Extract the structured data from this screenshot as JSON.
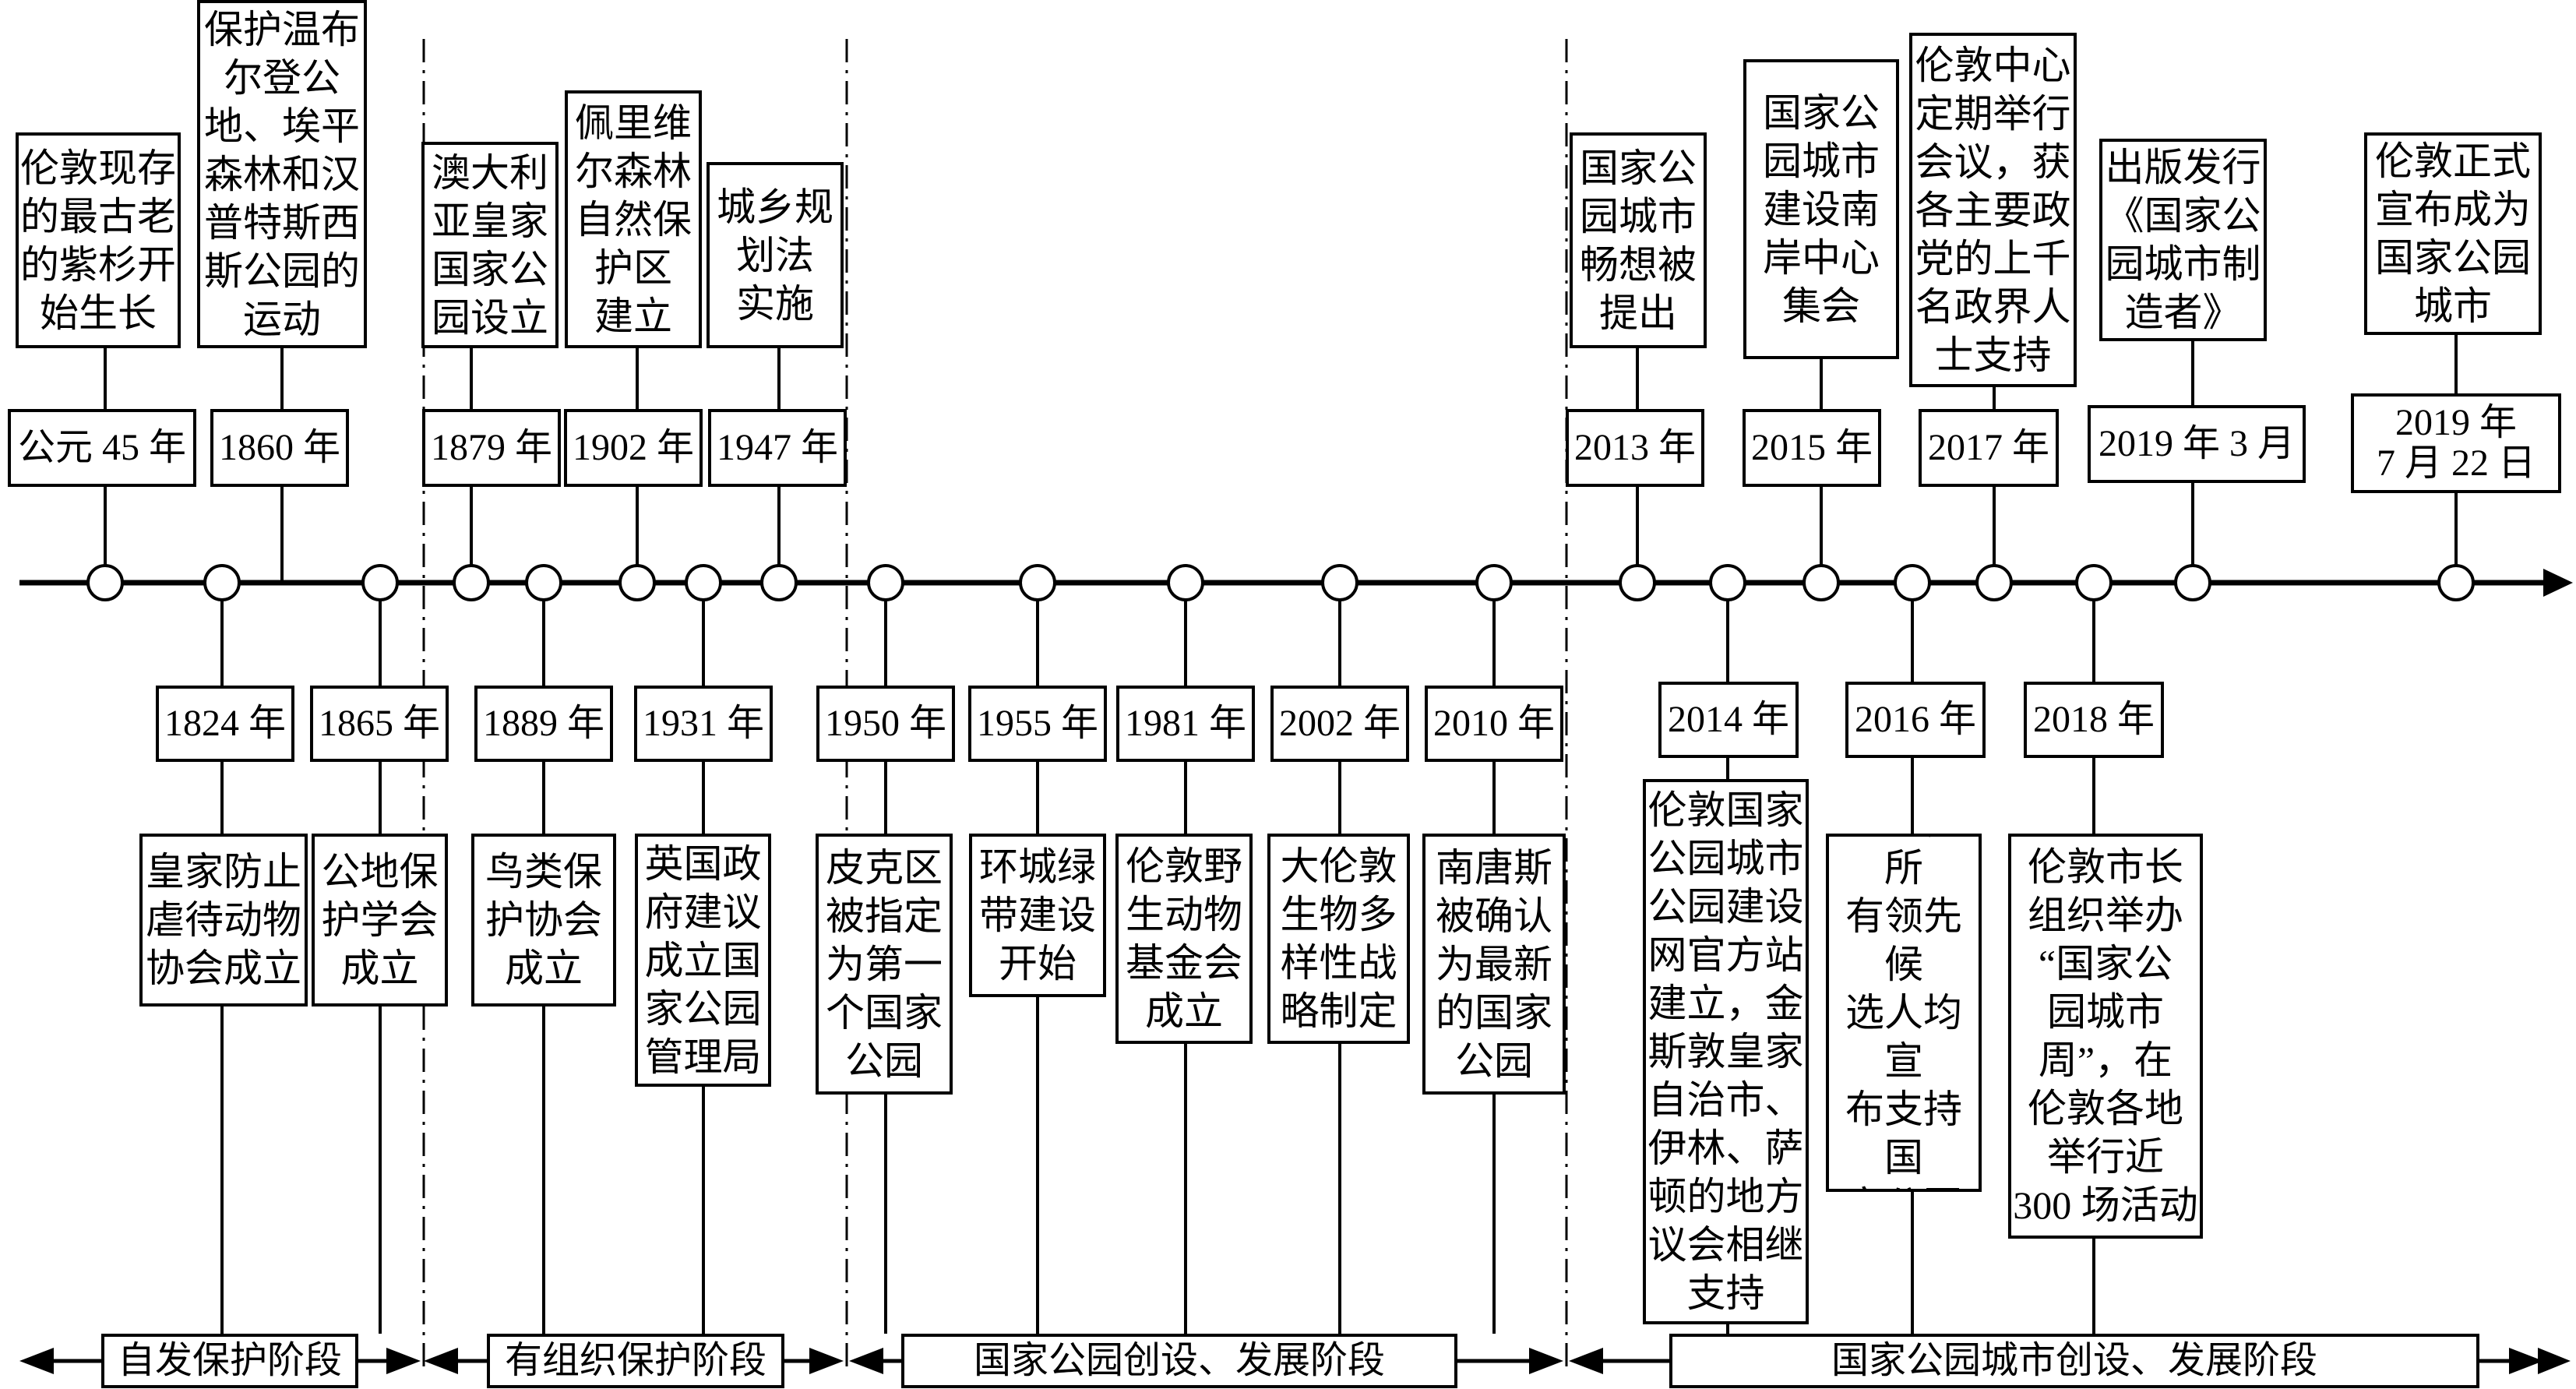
{
  "events_above": [
    {
      "year": "公元 45 年",
      "text": "伦敦现存\n的最古老\n的紫杉开\n始生长"
    },
    {
      "year": "1860 年",
      "text": "保护温布\n尔登公\n地、埃平\n森林和汉\n普特斯西\n斯公园的\n运动"
    },
    {
      "year": "1879 年",
      "text": "澳大利\n亚皇家\n国家公\n园设立"
    },
    {
      "year": "1902 年",
      "text": "佩里维\n尔森林\n自然保\n护区\n建立"
    },
    {
      "year": "1947 年",
      "text": "城乡规\n划法\n实施"
    },
    {
      "year": "2013 年",
      "text": "国家公\n园城市\n畅想被\n提出"
    },
    {
      "year": "2015 年",
      "text": "国家公\n园城市\n建设南\n岸中心\n集会"
    },
    {
      "year": "2017 年",
      "text": "伦敦中心\n定期举行\n会议，获\n各主要政\n党的上千\n名政界人\n士支持"
    },
    {
      "year": "2019 年 3 月",
      "text": "出版发行\n《国家公\n园城市制\n造者》"
    },
    {
      "year": "2019 年\n7 月 22 日",
      "text": "伦敦正式\n宣布成为\n国家公园\n城市"
    }
  ],
  "events_below": [
    {
      "year": "1824 年",
      "text": "皇家防止\n虐待动物\n协会成立"
    },
    {
      "year": "1865 年",
      "text": "公地保\n护学会\n成立"
    },
    {
      "year": "1889 年",
      "text": "鸟类保\n护协会\n成立"
    },
    {
      "year": "1931 年",
      "text": "英国政\n府建议\n成立国\n家公园\n管理局"
    },
    {
      "year": "1950 年",
      "text": "皮克区\n被指定\n为第一\n个国家\n公园"
    },
    {
      "year": "1955 年",
      "text": "环城绿\n带建设\n开始"
    },
    {
      "year": "1981 年",
      "text": "伦敦野\n生动物\n基金会\n成立"
    },
    {
      "year": "2002 年",
      "text": "大伦敦\n生物多\n样性战\n略制定"
    },
    {
      "year": "2010 年",
      "text": "南唐斯\n被确认\n为最新\n的国家\n公园"
    },
    {
      "year": "2014 年",
      "text": "伦敦国家\n公园城市\n公园建设\n网官方站\n建立，金\n斯敦皇家\n自治市、\n伊林、萨\n顿的地方\n议会相继\n支持"
    },
    {
      "year": "2016 年",
      "text": "伦敦市长\n选举，所\n有领先候\n选人均宣\n布支持国\n家公园城\n市建设"
    },
    {
      "year": "2018 年",
      "text": "伦敦市长\n组织举办\n“国家公\n园城市\n周”，在\n伦敦各地\n举行近\n300 场活动"
    }
  ],
  "phases": [
    {
      "label": "自发保护阶段"
    },
    {
      "label": "有组织保护阶段"
    },
    {
      "label": "国家公园创设、发展阶段"
    },
    {
      "label": "国家公园城市创设、发展阶段"
    }
  ]
}
